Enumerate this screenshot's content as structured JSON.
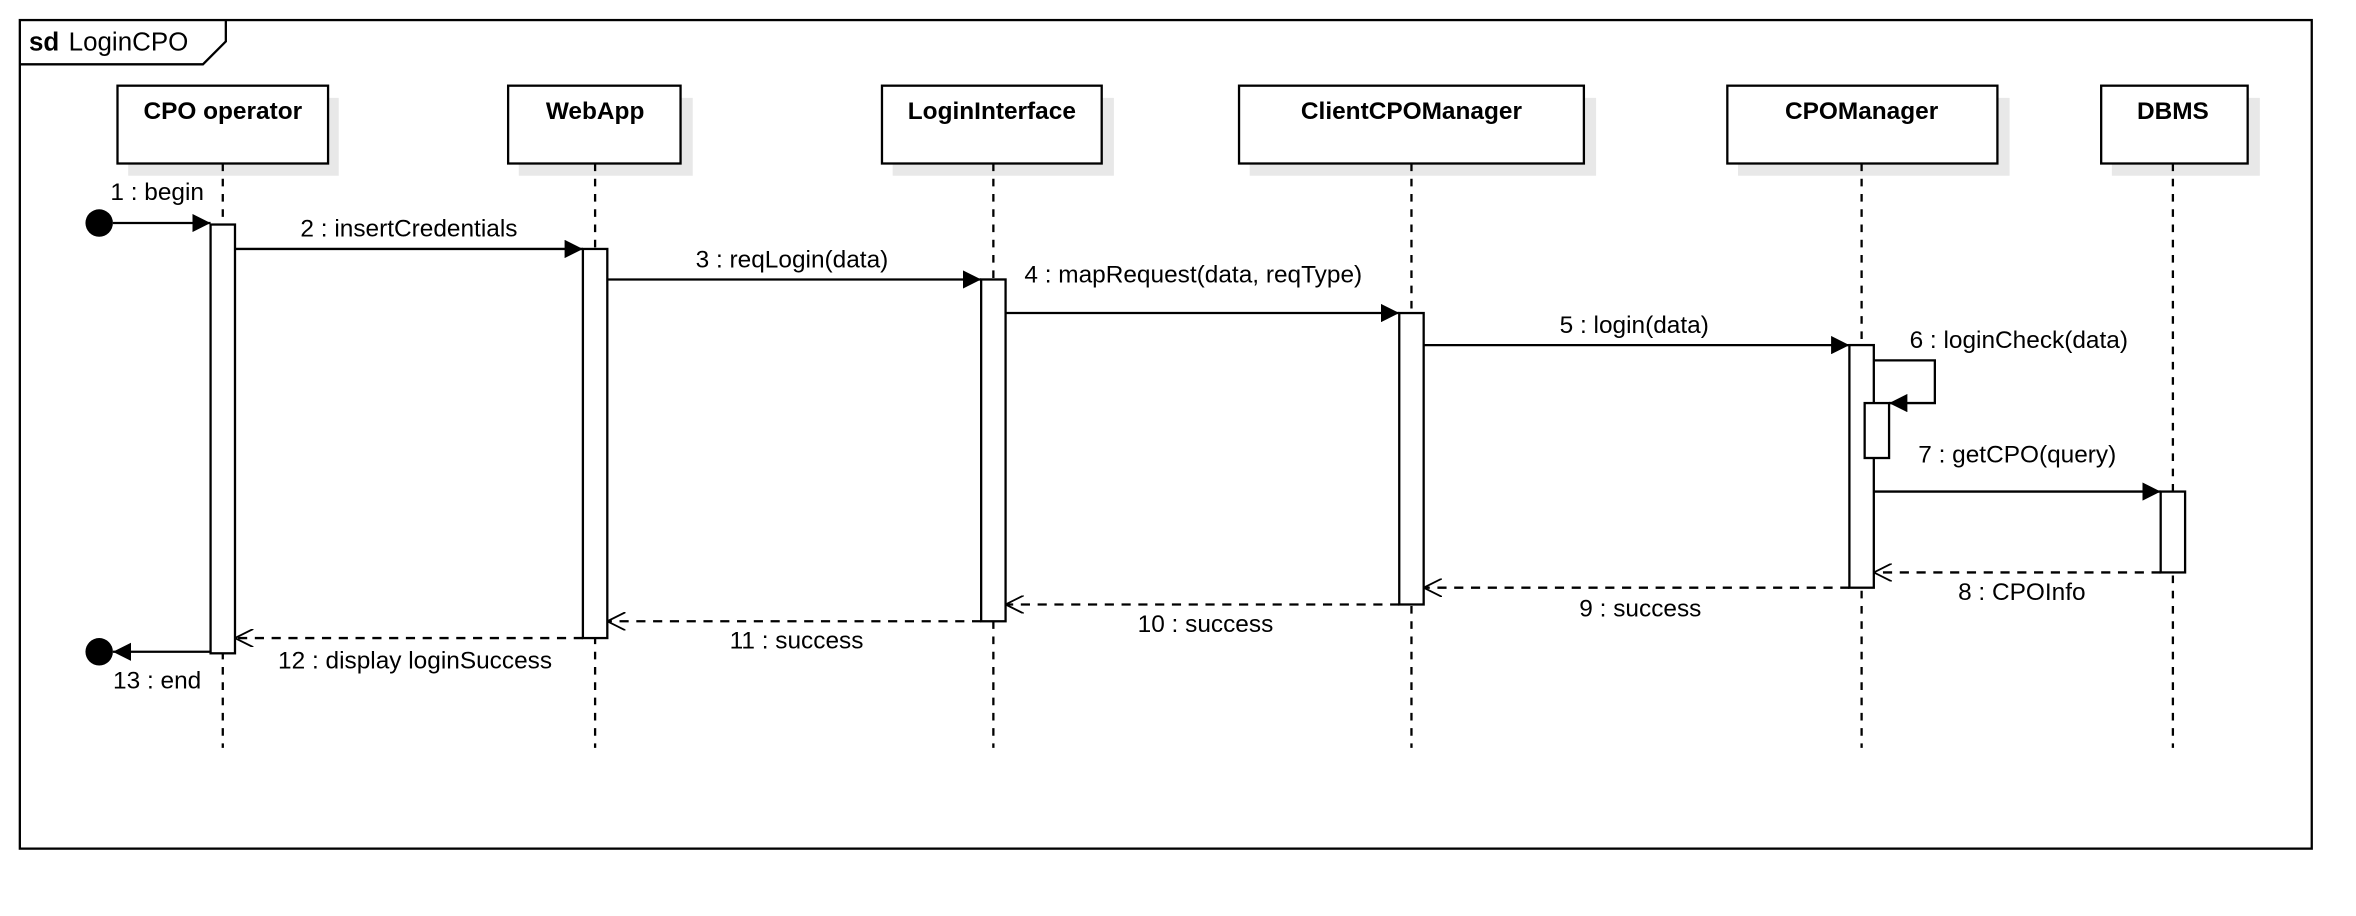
{
  "frame": {
    "keyword": "sd",
    "name": "LoginCPO"
  },
  "lifelines": [
    {
      "id": "cpo_operator",
      "label": "CPO operator"
    },
    {
      "id": "webapp",
      "label": "WebApp"
    },
    {
      "id": "login_interface",
      "label": "LoginInterface"
    },
    {
      "id": "client_cpo_manager",
      "label": "ClientCPOManager"
    },
    {
      "id": "cpo_manager",
      "label": "CPOManager"
    },
    {
      "id": "dbms",
      "label": "DBMS"
    }
  ],
  "messages": [
    {
      "label": "1 : begin",
      "from": "found",
      "to": "cpo_operator",
      "kind": "sync"
    },
    {
      "label": "2 : insertCredentials",
      "from": "cpo_operator",
      "to": "webapp",
      "kind": "sync"
    },
    {
      "label": "3 : reqLogin(data)",
      "from": "webapp",
      "to": "login_interface",
      "kind": "sync"
    },
    {
      "label": "4 : mapRequest(data, reqType)",
      "from": "login_interface",
      "to": "client_cpo_manager",
      "kind": "sync"
    },
    {
      "label": "5 : login(data)",
      "from": "client_cpo_manager",
      "to": "cpo_manager",
      "kind": "sync"
    },
    {
      "label": "6 : loginCheck(data)",
      "from": "cpo_manager",
      "to": "cpo_manager",
      "kind": "self"
    },
    {
      "label": "7 : getCPO(query)",
      "from": "cpo_manager",
      "to": "dbms",
      "kind": "sync"
    },
    {
      "label": "8 : CPOInfo",
      "from": "dbms",
      "to": "cpo_manager",
      "kind": "reply"
    },
    {
      "label": "9 : success",
      "from": "cpo_manager",
      "to": "client_cpo_manager",
      "kind": "reply"
    },
    {
      "label": "10 : success",
      "from": "client_cpo_manager",
      "to": "login_interface",
      "kind": "reply"
    },
    {
      "label": "11 : success",
      "from": "login_interface",
      "to": "webapp",
      "kind": "reply"
    },
    {
      "label": "12 : display loginSuccess",
      "from": "webapp",
      "to": "cpo_operator",
      "kind": "reply"
    },
    {
      "label": "13 : end",
      "from": "cpo_operator",
      "to": "lost",
      "kind": "sync"
    }
  ]
}
